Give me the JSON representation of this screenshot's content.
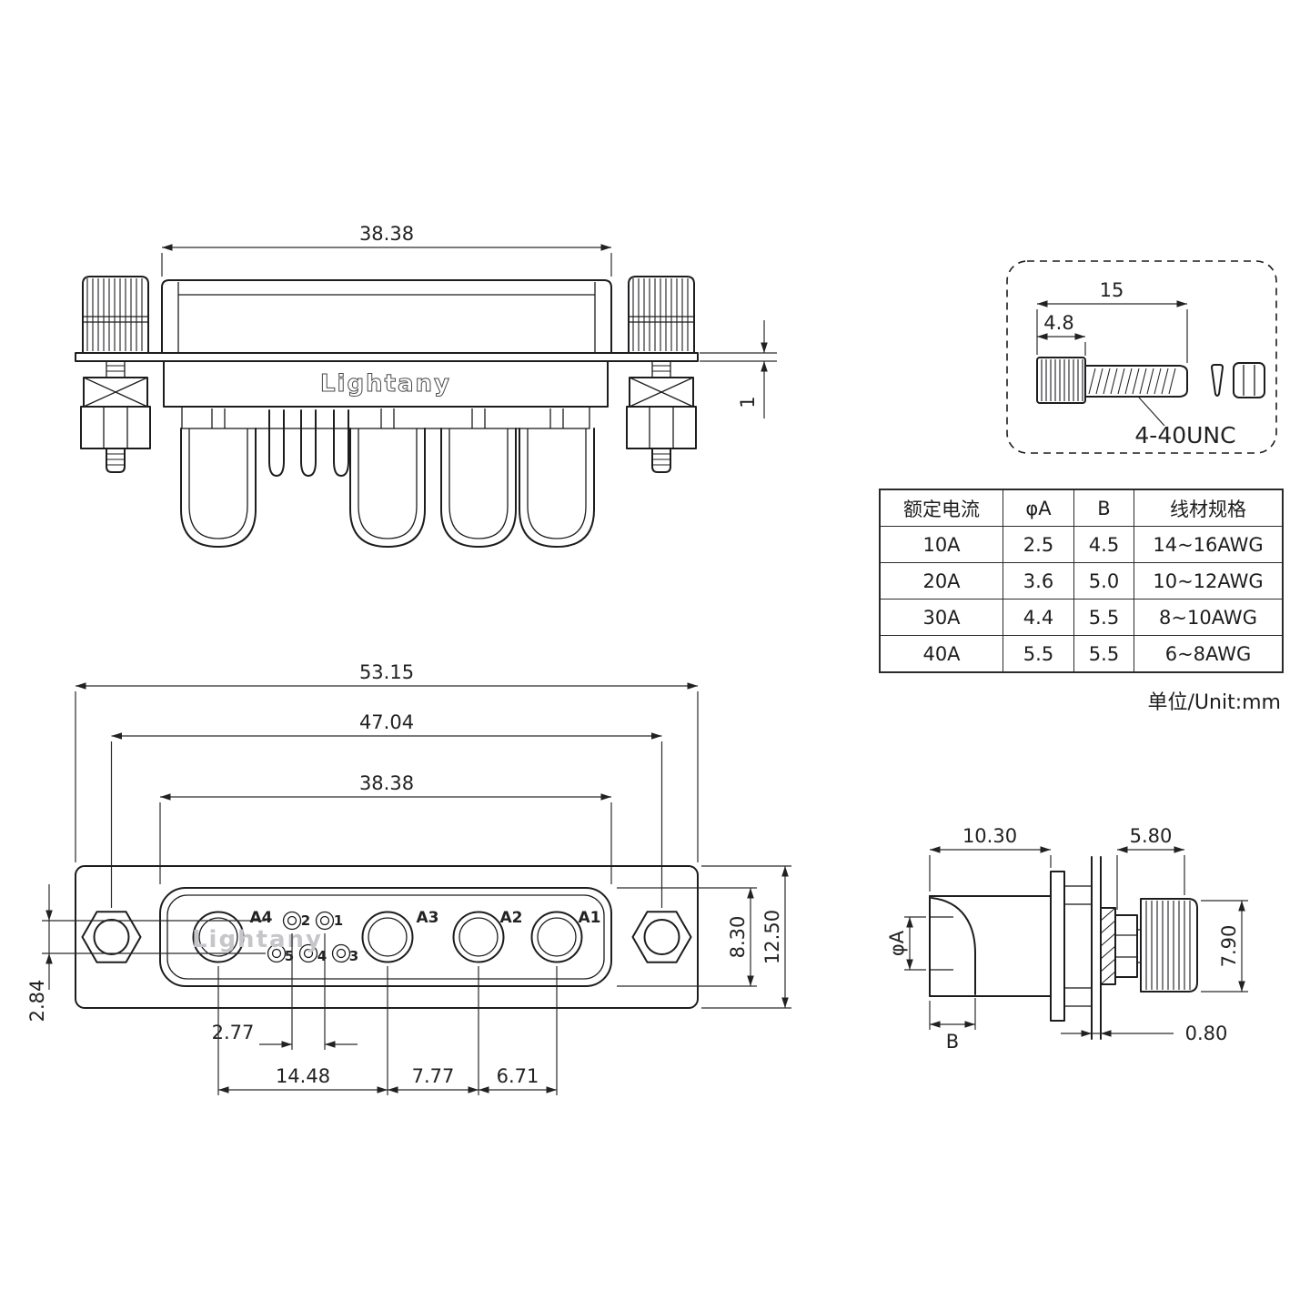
{
  "drawing": {
    "unit_note": "单位/Unit:mm"
  },
  "top_view": {
    "dim_body_width": "38.38",
    "dim_flange_thickness": "1",
    "logo": "Lightany"
  },
  "screw_detail": {
    "dim_total_length": "15",
    "dim_head_length": "4.8",
    "thread_spec": "4-40UNC"
  },
  "spec_table": {
    "headers": [
      "额定电流",
      "φA",
      "B",
      "线材规格"
    ],
    "rows": [
      [
        "10A",
        "2.5",
        "4.5",
        "14~16AWG"
      ],
      [
        "20A",
        "3.6",
        "5.0",
        "10~12AWG"
      ],
      [
        "30A",
        "4.4",
        "5.5",
        "8~10AWG"
      ],
      [
        "40A",
        "5.5",
        "5.5",
        "6~8AWG"
      ]
    ]
  },
  "front_view": {
    "dim_flange_width": "53.15",
    "dim_mount_spacing": "47.04",
    "dim_shell_width": "38.38",
    "dim_pin_row_offset": "2.84",
    "dim_pin_pitch": "2.77",
    "dim_a4_a3": "14.48",
    "dim_a3_a2": "7.77",
    "dim_a2_a1": "6.71",
    "dim_shell_height": "8.30",
    "dim_flange_height": "12.50",
    "contact_labels": [
      "A4",
      "A3",
      "A2",
      "A1"
    ],
    "pin_labels": [
      "1",
      "2",
      "3",
      "4",
      "5"
    ],
    "watermark": "Lightany"
  },
  "side_view": {
    "dim_front_depth": "10.30",
    "dim_rear_depth": "5.80",
    "dim_bore_dia": "φA",
    "dim_bore_depth": "B",
    "dim_screw_dia": "7.90",
    "dim_panel_thickness": "0.80"
  }
}
